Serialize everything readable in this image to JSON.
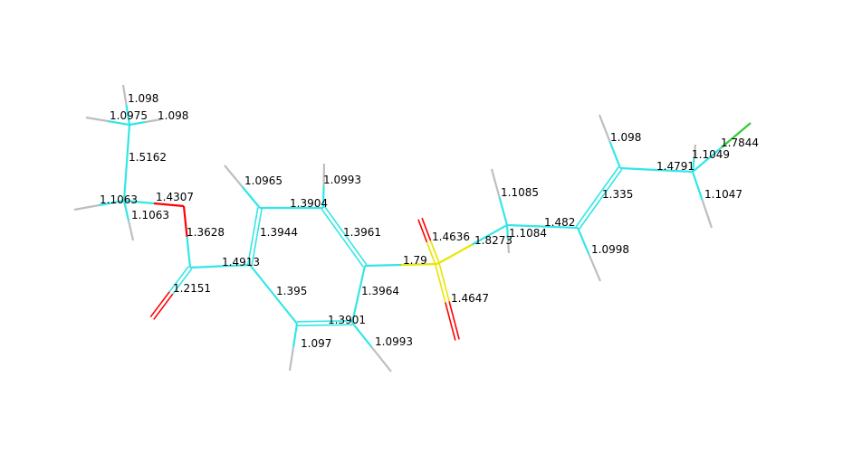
{
  "colors": {
    "background": "#ffffff",
    "label": "#000000",
    "carbon": "#33e6e6",
    "hydrogen": "#bebebe",
    "oxygen": "#ff0000",
    "sulfur": "#e6e600",
    "chlorine": "#33cc33"
  },
  "bond_labels": [
    "1.098",
    "1.0975",
    "1.098",
    "1.5162",
    "1.1063",
    "1.4307",
    "1.1063",
    "1.3628",
    "1.2151",
    "1.4913",
    "1.0965",
    "1.3904",
    "1.0993",
    "1.3944",
    "1.3961",
    "1.395",
    "1.3964",
    "1.3901",
    "1.097",
    "1.0993",
    "1.79",
    "1.4636",
    "1.8273",
    "1.4647",
    "1.1085",
    "1.1084",
    "1.482",
    "1.0998",
    "1.098",
    "1.335",
    "1.4791",
    "1.1049",
    "1.7844",
    "1.1047"
  ]
}
